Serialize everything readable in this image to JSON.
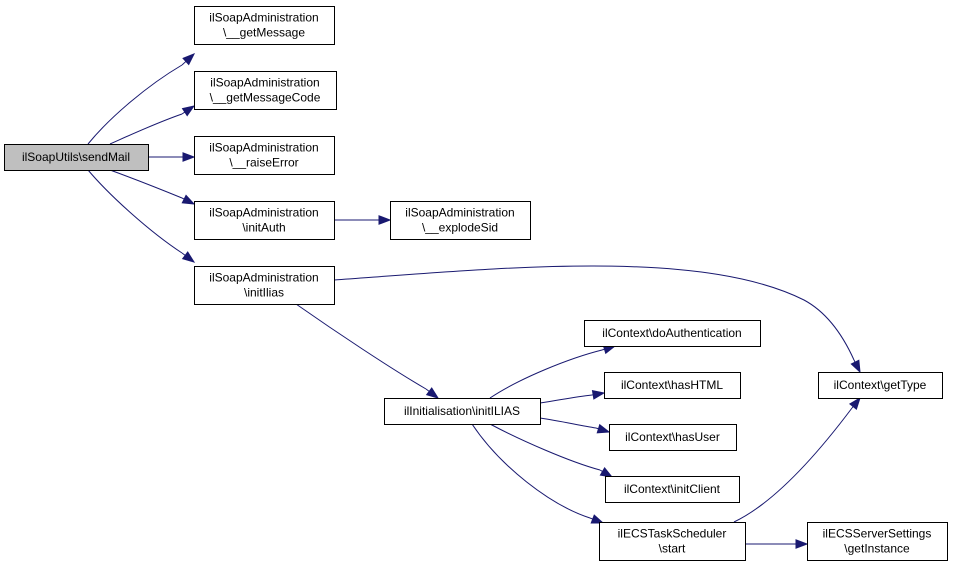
{
  "colors": {
    "edge": "#191970",
    "root_fill": "#bfbfbf",
    "node_fill": "#ffffff",
    "node_border": "#000000"
  },
  "nodes": {
    "send_mail": [
      "ilSoapUtils\\sendMail"
    ],
    "get_message": [
      "ilSoapAdministration",
      "\\__getMessage"
    ],
    "get_message_code": [
      "ilSoapAdministration",
      "\\__getMessageCode"
    ],
    "raise_error": [
      "ilSoapAdministration",
      "\\__raiseError"
    ],
    "init_auth": [
      "ilSoapAdministration",
      "\\initAuth"
    ],
    "explode_sid": [
      "ilSoapAdministration",
      "\\__explodeSid"
    ],
    "init_ilias_admin": [
      "ilSoapAdministration",
      "\\initIlias"
    ],
    "init_ilias": [
      "ilInitialisation\\initILIAS"
    ],
    "do_authentication": [
      "ilContext\\doAuthentication"
    ],
    "has_html": [
      "ilContext\\hasHTML"
    ],
    "has_user": [
      "ilContext\\hasUser"
    ],
    "init_client": [
      "ilContext\\initClient"
    ],
    "ecs_start": [
      "ilECSTaskScheduler",
      "\\start"
    ],
    "get_type": [
      "ilContext\\getType"
    ],
    "get_instance": [
      "ilECSServerSettings",
      "\\getInstance"
    ]
  },
  "edges": [
    [
      "send_mail",
      "get_message"
    ],
    [
      "send_mail",
      "get_message_code"
    ],
    [
      "send_mail",
      "raise_error"
    ],
    [
      "send_mail",
      "init_auth"
    ],
    [
      "send_mail",
      "init_ilias_admin"
    ],
    [
      "init_auth",
      "explode_sid"
    ],
    [
      "init_ilias_admin",
      "get_type"
    ],
    [
      "init_ilias_admin",
      "init_ilias"
    ],
    [
      "init_ilias",
      "do_authentication"
    ],
    [
      "init_ilias",
      "has_html"
    ],
    [
      "init_ilias",
      "has_user"
    ],
    [
      "init_ilias",
      "init_client"
    ],
    [
      "init_ilias",
      "ecs_start"
    ],
    [
      "ecs_start",
      "get_type"
    ],
    [
      "ecs_start",
      "get_instance"
    ]
  ]
}
